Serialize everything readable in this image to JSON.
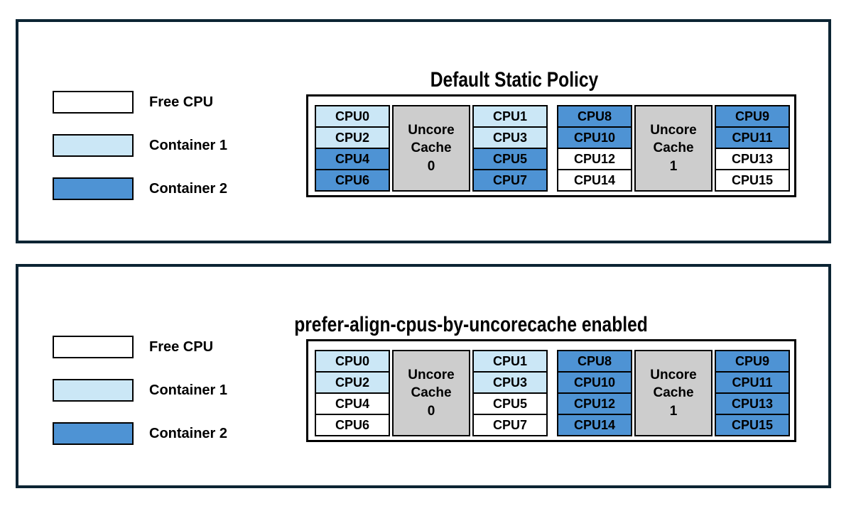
{
  "colors": {
    "free_cpu": "#ffffff",
    "container1": "#cbe7f6",
    "container2": "#4e93d4",
    "uncore_cache_bg": "#cdcdcd",
    "panel_border": "#0c2433",
    "cell_border": "#000000"
  },
  "legend": {
    "items": [
      {
        "label": "Free CPU",
        "color": "#ffffff"
      },
      {
        "label": "Container 1",
        "color": "#cbe7f6"
      },
      {
        "label": "Container 2",
        "color": "#4e93d4"
      }
    ]
  },
  "panels": [
    {
      "title": "Default Static Policy",
      "groups": [
        {
          "uncore_label": "Uncore\nCache\n0",
          "left_cpus": [
            {
              "label": "CPU0",
              "owner": "Container 1",
              "color": "#cbe7f6"
            },
            {
              "label": "CPU2",
              "owner": "Container 1",
              "color": "#cbe7f6"
            },
            {
              "label": "CPU4",
              "owner": "Container 2",
              "color": "#4e93d4"
            },
            {
              "label": "CPU6",
              "owner": "Container 2",
              "color": "#4e93d4"
            }
          ],
          "right_cpus": [
            {
              "label": "CPU1",
              "owner": "Container 1",
              "color": "#cbe7f6"
            },
            {
              "label": "CPU3",
              "owner": "Container 1",
              "color": "#cbe7f6"
            },
            {
              "label": "CPU5",
              "owner": "Container 2",
              "color": "#4e93d4"
            },
            {
              "label": "CPU7",
              "owner": "Container 2",
              "color": "#4e93d4"
            }
          ]
        },
        {
          "uncore_label": "Uncore\nCache\n1",
          "left_cpus": [
            {
              "label": "CPU8",
              "owner": "Container 2",
              "color": "#4e93d4"
            },
            {
              "label": "CPU10",
              "owner": "Container 2",
              "color": "#4e93d4"
            },
            {
              "label": "CPU12",
              "owner": "Free CPU",
              "color": "#ffffff"
            },
            {
              "label": "CPU14",
              "owner": "Free CPU",
              "color": "#ffffff"
            }
          ],
          "right_cpus": [
            {
              "label": "CPU9",
              "owner": "Container 2",
              "color": "#4e93d4"
            },
            {
              "label": "CPU11",
              "owner": "Container 2",
              "color": "#4e93d4"
            },
            {
              "label": "CPU13",
              "owner": "Free CPU",
              "color": "#ffffff"
            },
            {
              "label": "CPU15",
              "owner": "Free CPU",
              "color": "#ffffff"
            }
          ]
        }
      ]
    },
    {
      "title": "prefer-align-cpus-by-uncorecache enabled",
      "groups": [
        {
          "uncore_label": "Uncore\nCache\n0",
          "left_cpus": [
            {
              "label": "CPU0",
              "owner": "Container 1",
              "color": "#cbe7f6"
            },
            {
              "label": "CPU2",
              "owner": "Container 1",
              "color": "#cbe7f6"
            },
            {
              "label": "CPU4",
              "owner": "Free CPU",
              "color": "#ffffff"
            },
            {
              "label": "CPU6",
              "owner": "Free CPU",
              "color": "#ffffff"
            }
          ],
          "right_cpus": [
            {
              "label": "CPU1",
              "owner": "Container 1",
              "color": "#cbe7f6"
            },
            {
              "label": "CPU3",
              "owner": "Container 1",
              "color": "#cbe7f6"
            },
            {
              "label": "CPU5",
              "owner": "Free CPU",
              "color": "#ffffff"
            },
            {
              "label": "CPU7",
              "owner": "Free CPU",
              "color": "#ffffff"
            }
          ]
        },
        {
          "uncore_label": "Uncore\nCache\n1",
          "left_cpus": [
            {
              "label": "CPU8",
              "owner": "Container 2",
              "color": "#4e93d4"
            },
            {
              "label": "CPU10",
              "owner": "Container 2",
              "color": "#4e93d4"
            },
            {
              "label": "CPU12",
              "owner": "Container 2",
              "color": "#4e93d4"
            },
            {
              "label": "CPU14",
              "owner": "Container 2",
              "color": "#4e93d4"
            }
          ],
          "right_cpus": [
            {
              "label": "CPU9",
              "owner": "Container 2",
              "color": "#4e93d4"
            },
            {
              "label": "CPU11",
              "owner": "Container 2",
              "color": "#4e93d4"
            },
            {
              "label": "CPU13",
              "owner": "Container 2",
              "color": "#4e93d4"
            },
            {
              "label": "CPU15",
              "owner": "Container 2",
              "color": "#4e93d4"
            }
          ]
        }
      ]
    }
  ]
}
